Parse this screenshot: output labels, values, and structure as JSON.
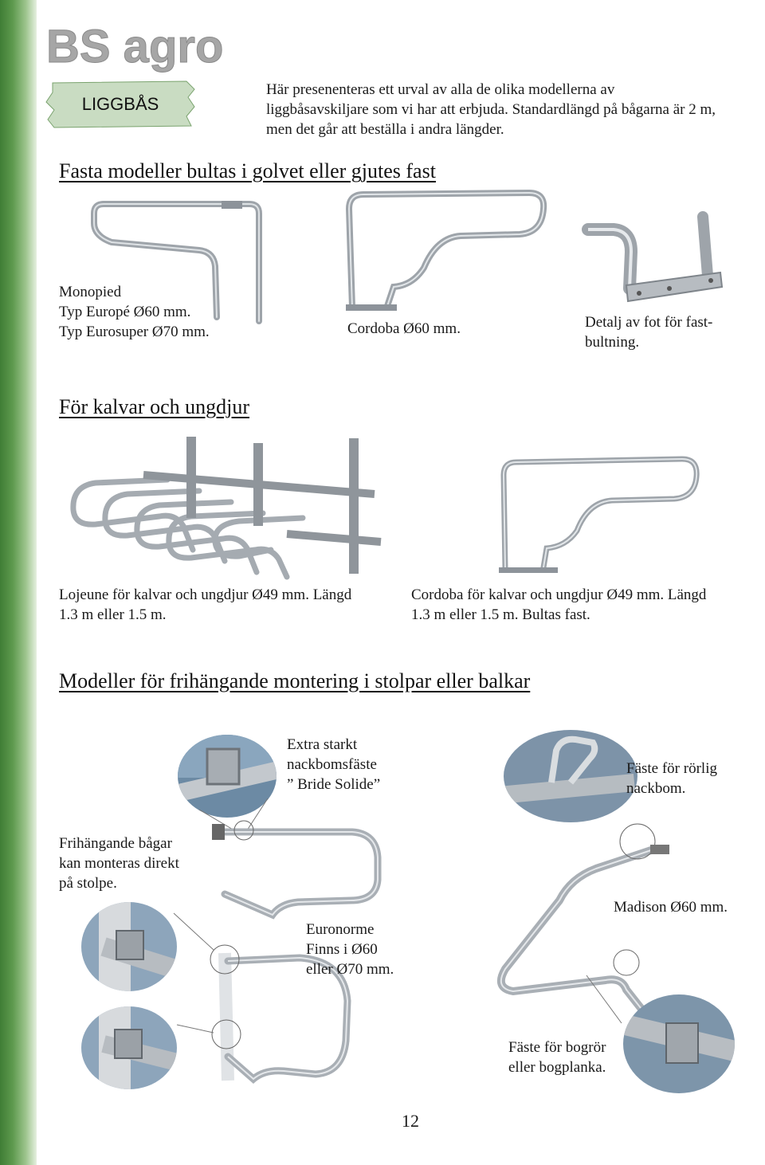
{
  "brand": {
    "logo_text": "BS agro"
  },
  "tag": {
    "label": "LIGGBÅS"
  },
  "intro": {
    "lines": [
      "Här presenenteras ett urval av alla de olika modellerna av",
      "liggbåsavskiljare som vi har att erbjuda.  Standardlängd på bågarna är 2 m,",
      "men det går att beställa i andra längder."
    ]
  },
  "section1": {
    "heading": "Fasta modeller bultas i golvet eller gjutes fast",
    "monopied": {
      "lines": [
        "Monopied",
        "Typ Europé Ø60 mm.",
        "Typ Eurosuper Ø70 mm."
      ]
    },
    "cordoba": {
      "lines": [
        "Cordoba Ø60 mm."
      ]
    },
    "detail": {
      "lines": [
        "Detalj av fot för fast-",
        "bultning."
      ]
    }
  },
  "section2": {
    "heading": "För kalvar och ungdjur",
    "lojeune": {
      "lines": [
        "Lojeune för kalvar och ungdjur Ø49 mm. Längd",
        "1.3 m eller 1.5 m."
      ]
    },
    "cordoba": {
      "lines": [
        "Cordoba för kalvar och ungdjur Ø49 mm. Längd",
        "1.3 m eller 1.5 m. Bultas fast."
      ]
    }
  },
  "section3": {
    "heading": "Modeller för frihängande montering i stolpar eller balkar",
    "bride": {
      "lines": [
        "Extra starkt",
        "nackbomsfäste",
        "” Bride Solide”"
      ]
    },
    "rorlig": {
      "lines": [
        "Fäste för rörlig",
        "nackbom."
      ]
    },
    "frihangande": {
      "lines": [
        "Frihängande bågar",
        "kan monteras direkt",
        "på stolpe."
      ]
    },
    "madison": {
      "lines": [
        "Madison Ø60 mm."
      ]
    },
    "euronorme": {
      "lines": [
        "Euronorme",
        "Finns i Ø60",
        "eller Ø70 mm."
      ]
    },
    "bogror": {
      "lines": [
        "Fäste för bogrör",
        "eller bogplanka."
      ]
    }
  },
  "footer": {
    "page_number": "12"
  },
  "colors": {
    "stripe": "#4f8c43",
    "tag_bg": "#c9dcc2",
    "steel": "#9ea4aa"
  }
}
